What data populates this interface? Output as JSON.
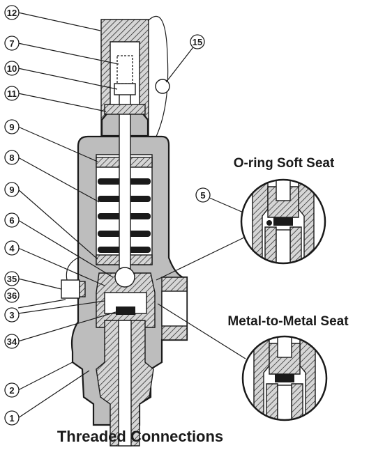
{
  "callouts": [
    {
      "num": "12"
    },
    {
      "num": "7"
    },
    {
      "num": "10"
    },
    {
      "num": "11"
    },
    {
      "num": "9"
    },
    {
      "num": "8"
    },
    {
      "num": "9"
    },
    {
      "num": "6"
    },
    {
      "num": "4"
    },
    {
      "num": "35"
    },
    {
      "num": "36"
    },
    {
      "num": "3"
    },
    {
      "num": "34"
    },
    {
      "num": "2"
    },
    {
      "num": "1"
    },
    {
      "num": "15"
    },
    {
      "num": "5"
    }
  ],
  "labels": {
    "oring": "O-ring Soft Seat",
    "metal": "Metal-to-Metal Seat",
    "caption": "Threaded Connections"
  }
}
